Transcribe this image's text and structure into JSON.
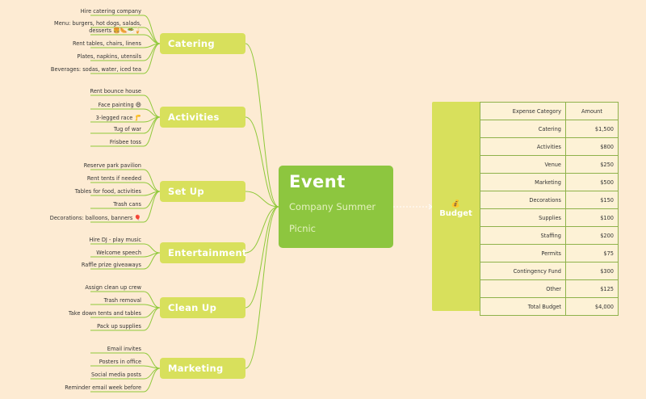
{
  "center": {
    "title": "Event",
    "subtitle": "Company Summer Picnic"
  },
  "branches": [
    {
      "label": "Catering",
      "items": [
        {
          "text": "Hire catering company",
          "emoji": ""
        },
        {
          "text": "Menu: burgers, hot dogs, salads,",
          "emoji": ""
        },
        {
          "text": "desserts",
          "emoji": "🍔🌭🥗🍦"
        },
        {
          "text": "Rent tables, chairs, linens",
          "emoji": ""
        },
        {
          "text": "Plates, napkins, utensils",
          "emoji": ""
        },
        {
          "text": "Beverages: sodas, water, iced tea",
          "emoji": ""
        }
      ]
    },
    {
      "label": "Activities",
      "items": [
        {
          "text": "Rent bounce house",
          "emoji": ""
        },
        {
          "text": "Face painting",
          "emoji": "😄"
        },
        {
          "text": "3-legged race",
          "emoji": "🦵"
        },
        {
          "text": "Tug of war",
          "emoji": ""
        },
        {
          "text": "Frisbee toss",
          "emoji": ""
        }
      ]
    },
    {
      "label": "Set Up",
      "items": [
        {
          "text": "Reserve park pavilion",
          "emoji": ""
        },
        {
          "text": "Rent tents if needed",
          "emoji": ""
        },
        {
          "text": "Tables for food, activities",
          "emoji": ""
        },
        {
          "text": "Trash cans",
          "emoji": ""
        },
        {
          "text": "Decorations: balloons, banners",
          "emoji": "🎈"
        }
      ]
    },
    {
      "label": "Entertainment",
      "items": [
        {
          "text": "Hire DJ - play music",
          "emoji": ""
        },
        {
          "text": "Welcome speech",
          "emoji": ""
        },
        {
          "text": "Raffle prize giveaways",
          "emoji": ""
        }
      ]
    },
    {
      "label": "Clean Up",
      "items": [
        {
          "text": "Assign clean up crew",
          "emoji": ""
        },
        {
          "text": "Trash removal",
          "emoji": ""
        },
        {
          "text": "Take down tents and tables",
          "emoji": ""
        },
        {
          "text": "Pack up supplies",
          "emoji": ""
        }
      ]
    },
    {
      "label": "Marketing",
      "items": [
        {
          "text": "Email invites",
          "emoji": ""
        },
        {
          "text": "Posters in office",
          "emoji": ""
        },
        {
          "text": "Social media posts",
          "emoji": ""
        },
        {
          "text": "Reminder email week before",
          "emoji": ""
        }
      ]
    }
  ],
  "budget": {
    "label": "Budget",
    "icon": "money-bag-icon",
    "header": [
      "Expense Category",
      "Amount"
    ],
    "rows": [
      [
        "Catering",
        "$1,500"
      ],
      [
        "Activities",
        "$800"
      ],
      [
        "Venue",
        "$250"
      ],
      [
        "Marketing",
        "$500"
      ],
      [
        "Decorations",
        "$150"
      ],
      [
        "Supplies",
        "$100"
      ],
      [
        "Staffing",
        "$200"
      ],
      [
        "Permits",
        "$75"
      ],
      [
        "Contingency Fund",
        "$300"
      ],
      [
        "Other",
        "$125"
      ],
      [
        "Total Budget",
        "$4,000"
      ]
    ]
  },
  "colors": {
    "background": "#fdebd3",
    "branch": "#d8e05c",
    "center": "#8dc63f",
    "line": "#8fc93a"
  }
}
